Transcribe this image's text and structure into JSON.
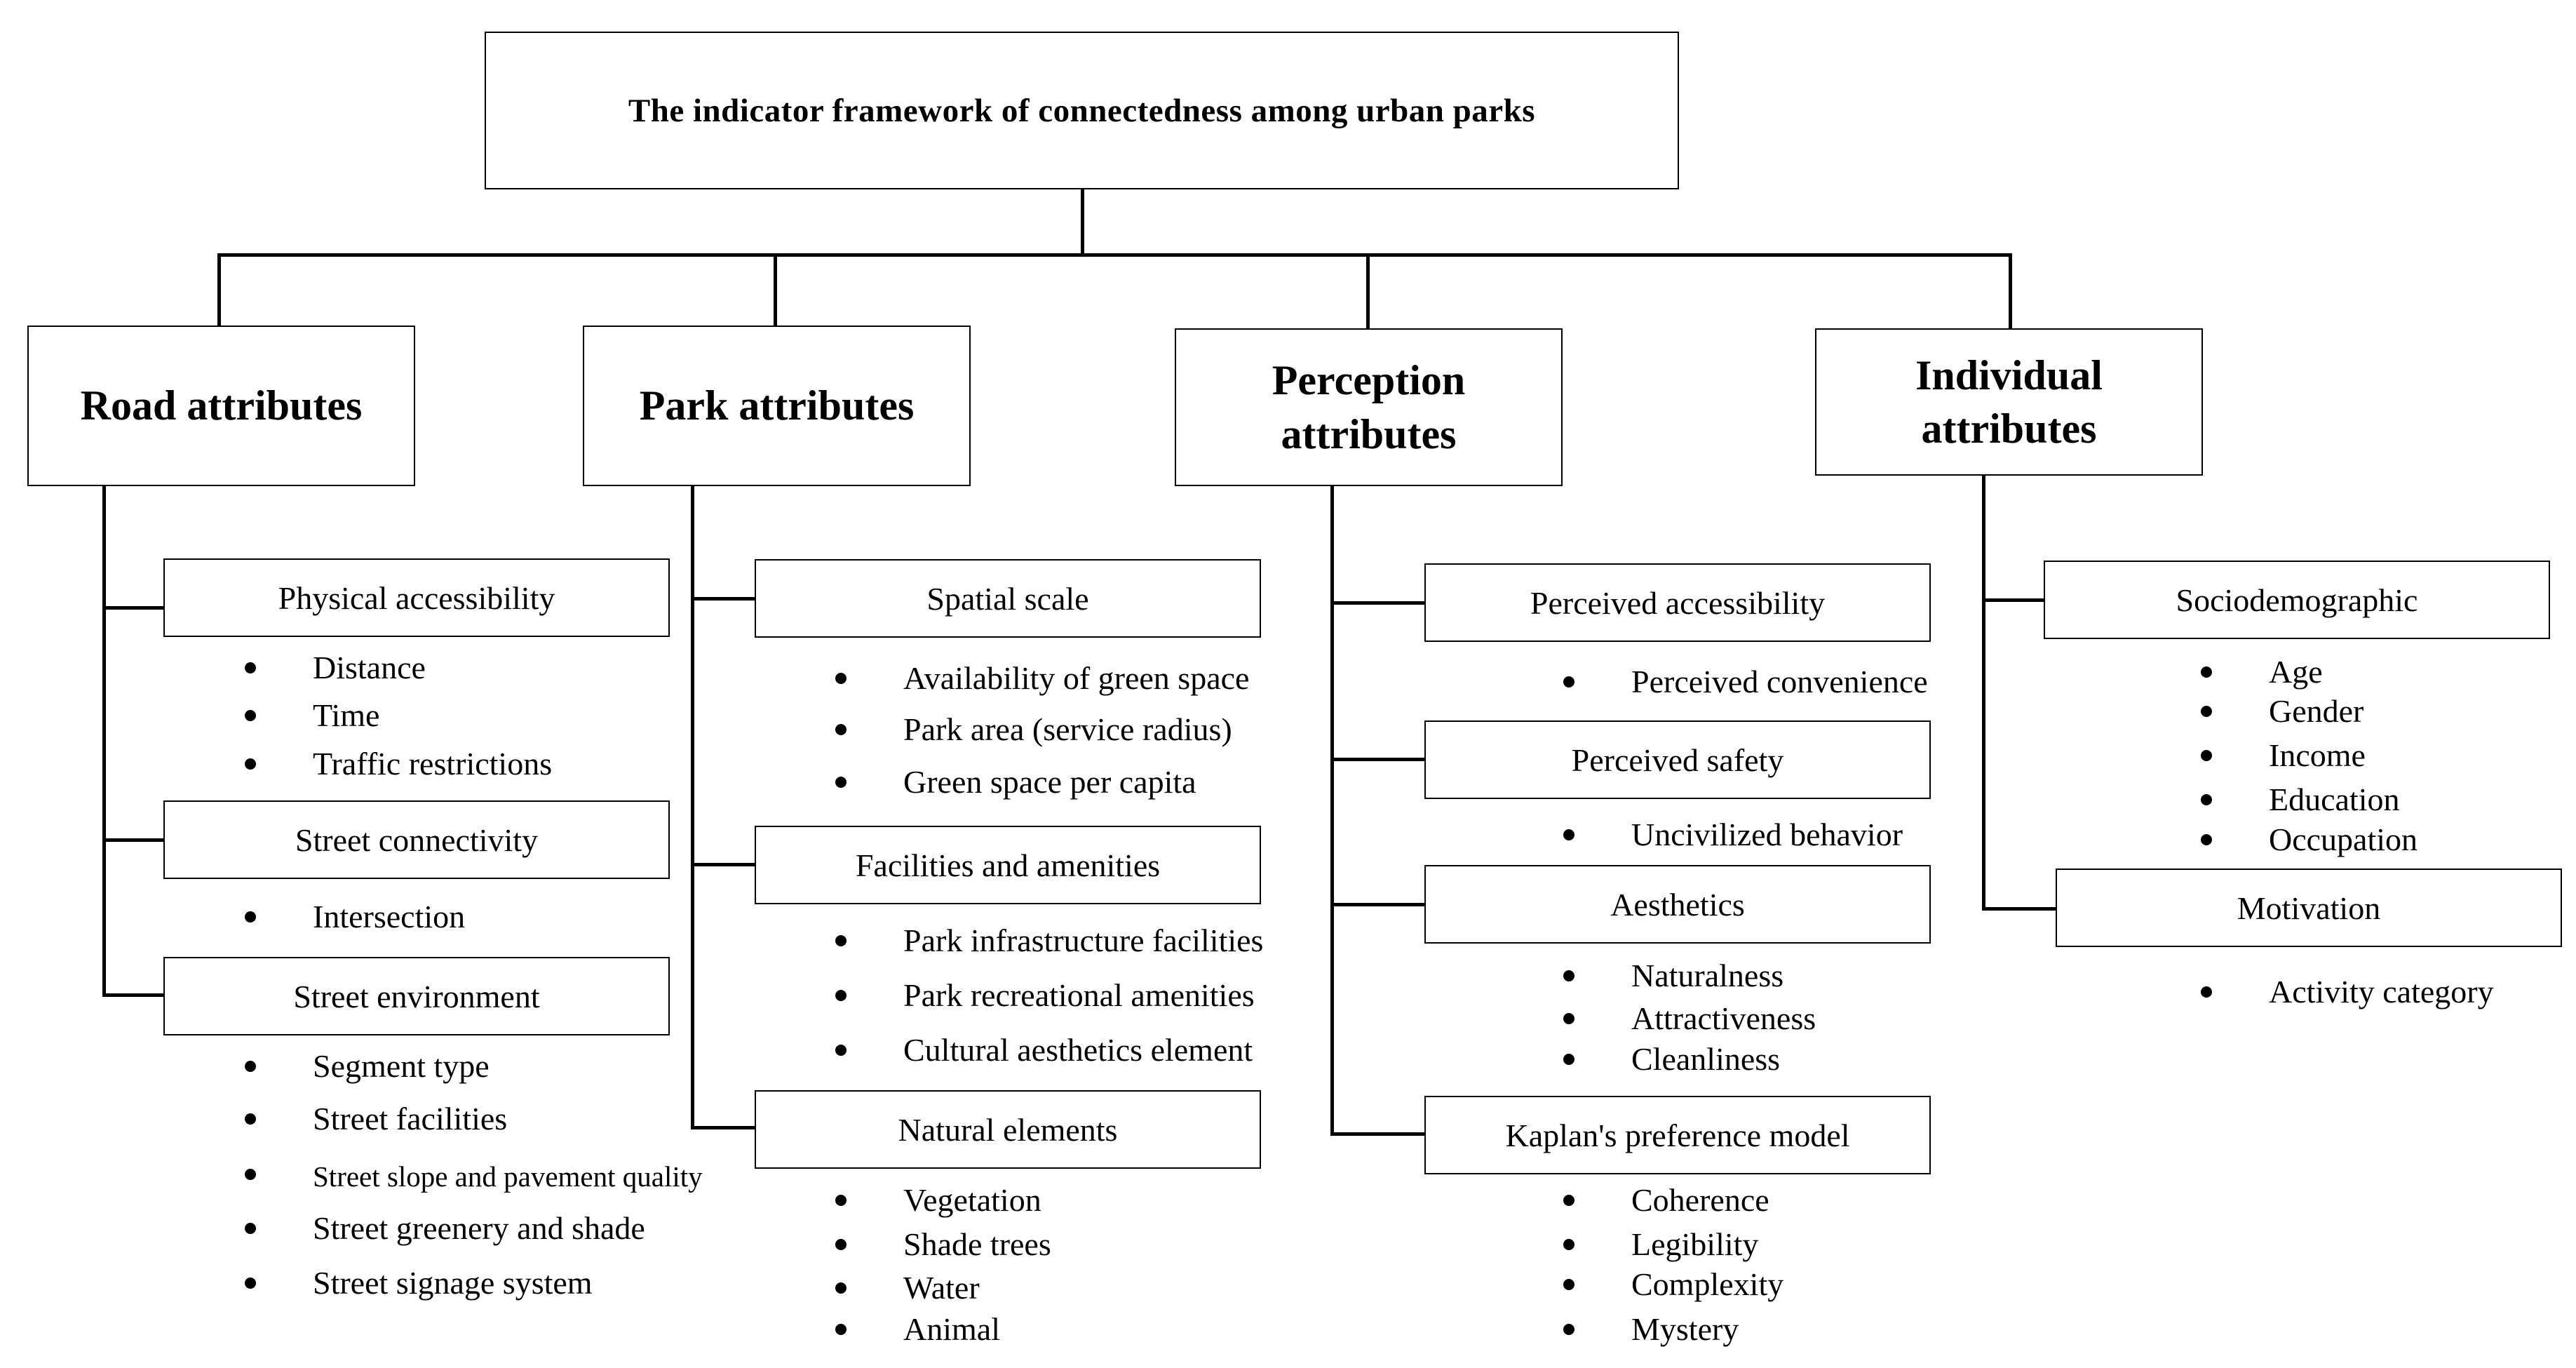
{
  "root": {
    "title": "The indicator framework of connectedness among urban parks"
  },
  "categories": [
    {
      "title": "Road attributes",
      "subs": [
        {
          "title": "Physical accessibility",
          "items": [
            "Distance",
            "Time",
            "Traffic restrictions"
          ]
        },
        {
          "title": "Street connectivity",
          "items": [
            "Intersection"
          ]
        },
        {
          "title": "Street environment",
          "items": [
            "Segment type",
            "Street facilities",
            "Street slope and pavement quality",
            "Street greenery and shade",
            "Street signage system"
          ]
        }
      ]
    },
    {
      "title": "Park attributes",
      "subs": [
        {
          "title": "Spatial scale",
          "items": [
            "Availability of green space",
            "Park area (service radius)",
            "Green space per capita"
          ]
        },
        {
          "title": "Facilities and amenities",
          "items": [
            "Park infrastructure facilities",
            "Park recreational amenities",
            "Cultural aesthetics element"
          ]
        },
        {
          "title": "Natural elements",
          "items": [
            "Vegetation",
            "Shade trees",
            "Water",
            "Animal"
          ]
        }
      ]
    },
    {
      "title": "Perception attributes",
      "subs": [
        {
          "title": "Perceived accessibility",
          "items": [
            "Perceived convenience"
          ]
        },
        {
          "title": "Perceived safety",
          "items": [
            "Uncivilized behavior"
          ]
        },
        {
          "title": "Aesthetics",
          "items": [
            "Naturalness",
            "Attractiveness",
            "Cleanliness"
          ]
        },
        {
          "title": "Kaplan's preference model",
          "items": [
            "Coherence",
            "Legibility",
            "Complexity",
            "Mystery"
          ]
        }
      ]
    },
    {
      "title": "Individual attributes",
      "subs": [
        {
          "title": "Sociodemographic",
          "items": [
            "Age",
            "Gender",
            "Income",
            "Education",
            "Occupation"
          ]
        },
        {
          "title": "Motivation",
          "items": [
            "Activity category"
          ]
        }
      ]
    }
  ]
}
